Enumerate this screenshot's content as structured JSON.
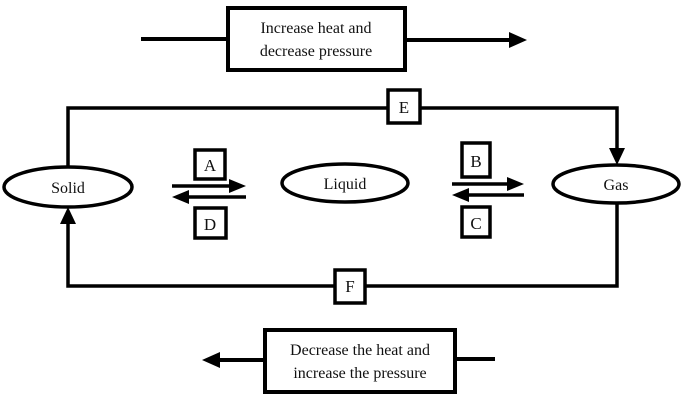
{
  "colors": {
    "ink": "#000000",
    "background": "#ffffff",
    "text": "#111111"
  },
  "diagram": {
    "top_flow": {
      "line1": "Increase heat and",
      "line2": "decrease pressure"
    },
    "bottom_flow": {
      "line1": "Decrease the heat and",
      "line2": "increase the pressure"
    },
    "states": {
      "solid": "Solid",
      "liquid": "Liquid",
      "gas": "Gas"
    },
    "transitions": {
      "a": "A",
      "b": "B",
      "c": "C",
      "d": "D",
      "e": "E",
      "f": "F"
    }
  }
}
